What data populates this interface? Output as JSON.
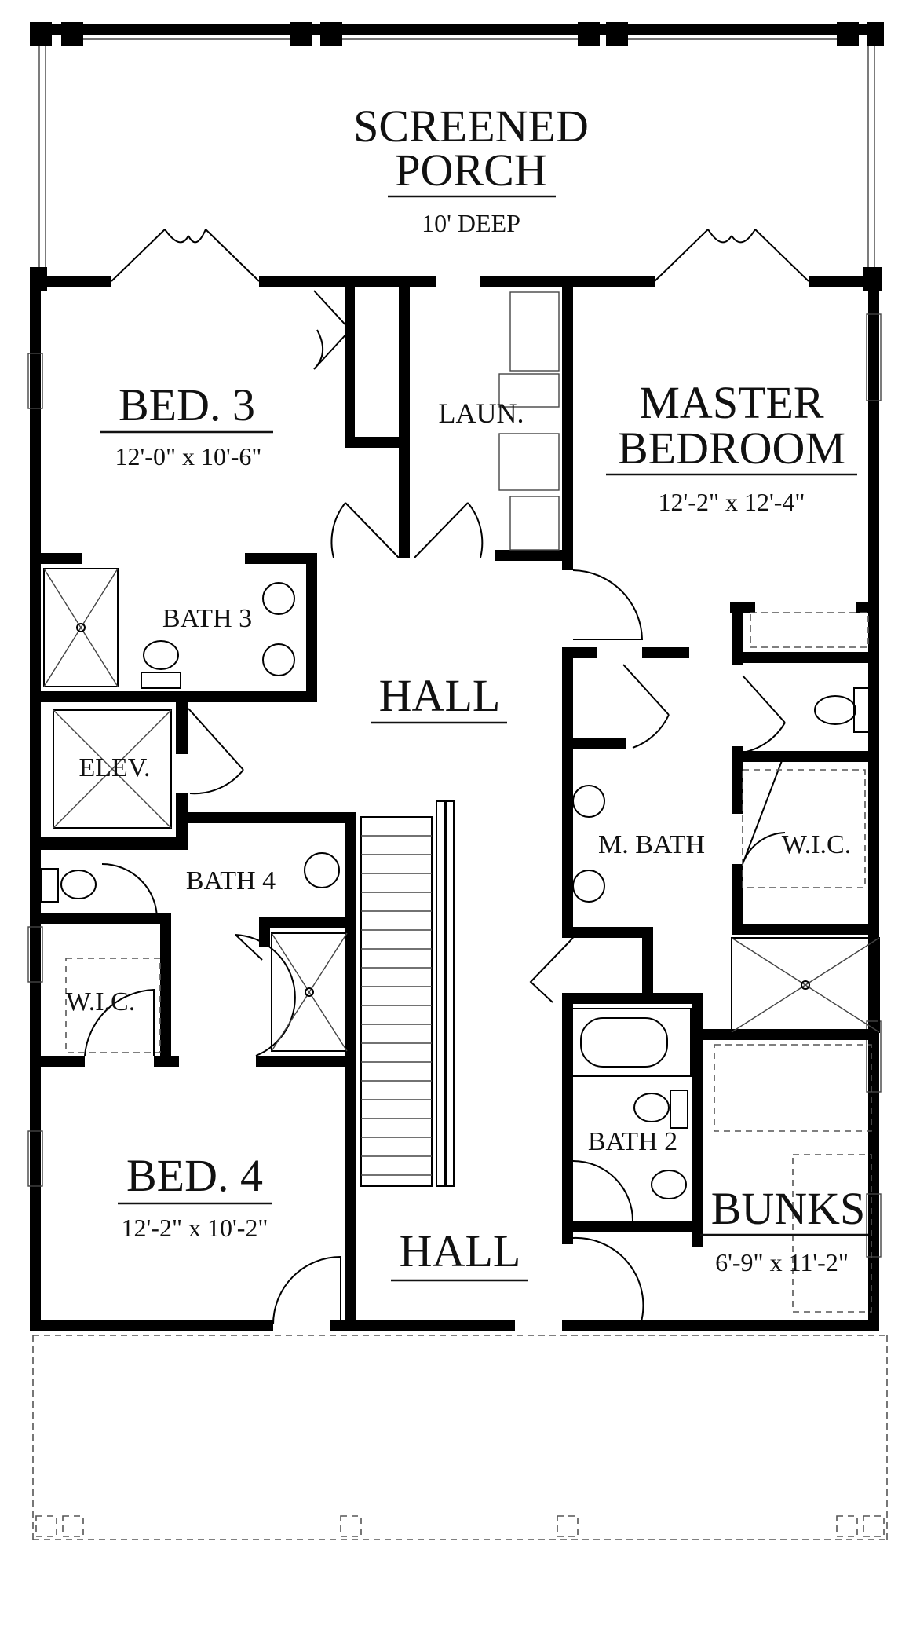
{
  "rooms": {
    "porch": {
      "name1": "SCREENED",
      "name2": "PORCH",
      "dim": "10' DEEP"
    },
    "bed3": {
      "name": "BED. 3",
      "dim": "12'-0\" x 10'-6\""
    },
    "laun": {
      "name": "LAUN."
    },
    "master": {
      "name1": "MASTER",
      "name2": "BEDROOM",
      "dim": "12'-2\" x 12'-4\""
    },
    "bath3": {
      "name": "BATH 3"
    },
    "hall1": {
      "name": "HALL"
    },
    "elev": {
      "name": "ELEV."
    },
    "mbath": {
      "name": "M. BATH"
    },
    "wic1": {
      "name": "W.I.C."
    },
    "bath4": {
      "name": "BATH 4"
    },
    "wic2": {
      "name": "W.I.C."
    },
    "bed4": {
      "name": "BED. 4",
      "dim": "12'-2\" x 10'-2\""
    },
    "hall2": {
      "name": "HALL"
    },
    "bath2": {
      "name": "BATH 2"
    },
    "bunks": {
      "name": "BUNKS",
      "dim": "6'-9\" x 11'-2\""
    }
  }
}
